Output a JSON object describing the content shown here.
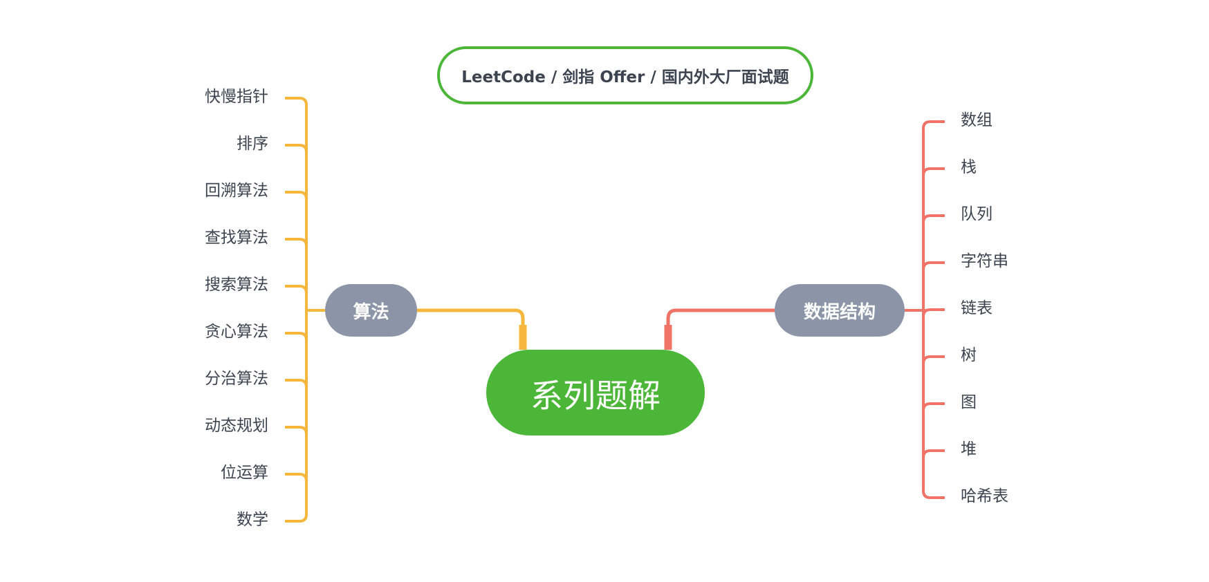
{
  "header": {
    "text": "LeetCode / 剑指 Offer / 国内外大厂面试题"
  },
  "center": {
    "text": "系列题解"
  },
  "branches": [
    {
      "label": "算法",
      "color": "#f6b73c",
      "side": "left",
      "children": [
        "快慢指针",
        "排序",
        "回溯算法",
        "查找算法",
        "搜索算法",
        "贪心算法",
        "分治算法",
        "动态规划",
        "位运算",
        "数学"
      ]
    },
    {
      "label": "数据结构",
      "color": "#ef7366",
      "side": "right",
      "children": [
        "数组",
        "栈",
        "队列",
        "字符串",
        "链表",
        "树",
        "图",
        "堆",
        "哈希表"
      ]
    }
  ],
  "colors": {
    "main": "#4cb638",
    "subnode": "#8b95a7",
    "text": "#3d4450"
  }
}
